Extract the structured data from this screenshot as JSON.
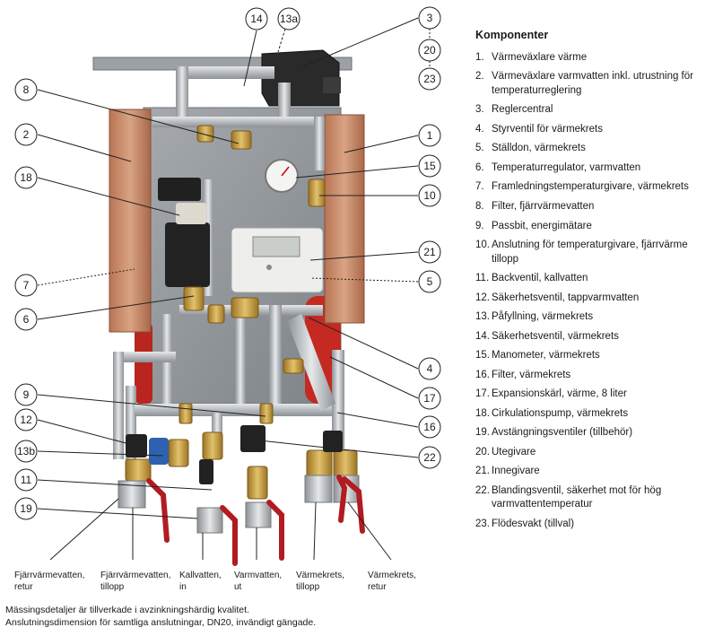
{
  "legend": {
    "title": "Komponenter",
    "items": [
      {
        "num": "1.",
        "text": "Värmeväxlare värme"
      },
      {
        "num": "2.",
        "text": "Värmeväxlare varmvatten inkl. utrustning för temperaturreglering"
      },
      {
        "num": "3.",
        "text": "Reglercentral"
      },
      {
        "num": "4.",
        "text": "Styrventil för värmekrets"
      },
      {
        "num": "5.",
        "text": "Ställdon, värmekrets"
      },
      {
        "num": "6.",
        "text": "Temperaturregulator, varmvatten"
      },
      {
        "num": "7.",
        "text": "Framledningstemperaturgivare, värmekrets"
      },
      {
        "num": "8.",
        "text": "Filter, fjärrvärmevatten"
      },
      {
        "num": "9.",
        "text": "Passbit, energimätare"
      },
      {
        "num": "10.",
        "text": "Anslutning för temperaturgivare, fjärrvärme tillopp"
      },
      {
        "num": "11.",
        "text": "Backventil, kallvatten"
      },
      {
        "num": "12.",
        "text": "Säkerhetsventil, tappvarmvatten"
      },
      {
        "num": "13.",
        "text": "Påfyllning, värmekrets"
      },
      {
        "num": "14.",
        "text": "Säkerhetsventil, värmekrets"
      },
      {
        "num": "15.",
        "text": "Manometer, värmekrets"
      },
      {
        "num": "16.",
        "text": "Filter, värmekrets"
      },
      {
        "num": "17.",
        "text": "Expansionskärl, värme, 8 liter"
      },
      {
        "num": "18.",
        "text": "Cirkulationspump, värmekrets"
      },
      {
        "num": "19.",
        "text": "Avstängningsventiler (tillbehör)"
      },
      {
        "num": "20.",
        "text": "Utegivare"
      },
      {
        "num": "21.",
        "text": "Innegivare"
      },
      {
        "num": "22.",
        "text": "Blandingsventil, säkerhet mot för hög varmvattentemperatur"
      },
      {
        "num": "23.",
        "text": "Flödesvakt (tillval)"
      }
    ]
  },
  "callouts": {
    "c1": "1",
    "c2": "2",
    "c3": "3",
    "c4": "4",
    "c5": "5",
    "c6": "6",
    "c7": "7",
    "c8": "8",
    "c9": "9",
    "c10": "10",
    "c11": "11",
    "c12": "12",
    "c13a": "13a",
    "c13b": "13b",
    "c14": "14",
    "c15": "15",
    "c16": "16",
    "c17": "17",
    "c18": "18",
    "c19": "19",
    "c20": "20",
    "c21": "21",
    "c22": "22",
    "c23": "23"
  },
  "connections": [
    {
      "line1": "Fjärrvärmevatten,",
      "line2": "retur"
    },
    {
      "line1": "Fjärrvärmevatten,",
      "line2": "tillopp"
    },
    {
      "line1": "Kallvatten,",
      "line2": "in"
    },
    {
      "line1": "Varmvatten,",
      "line2": "ut"
    },
    {
      "line1": "Värmekrets,",
      "line2": "tillopp"
    },
    {
      "line1": "Värmekrets,",
      "line2": "retur"
    }
  ],
  "footnote": {
    "line1": "Mässingsdetaljer är tillverkade i avzinkningshärdig kvalitet.",
    "line2": "Anslutningsdimension för samtliga anslutningar, DN20, invändigt gängade."
  },
  "colors": {
    "heat_exchanger": "#c98a68",
    "brass": "#c9a04a",
    "steel": "#b8bcc0",
    "backplate": "#9a9ea3",
    "expansion_vessel": "#c42a22",
    "valve_handle": "#b01c22"
  }
}
